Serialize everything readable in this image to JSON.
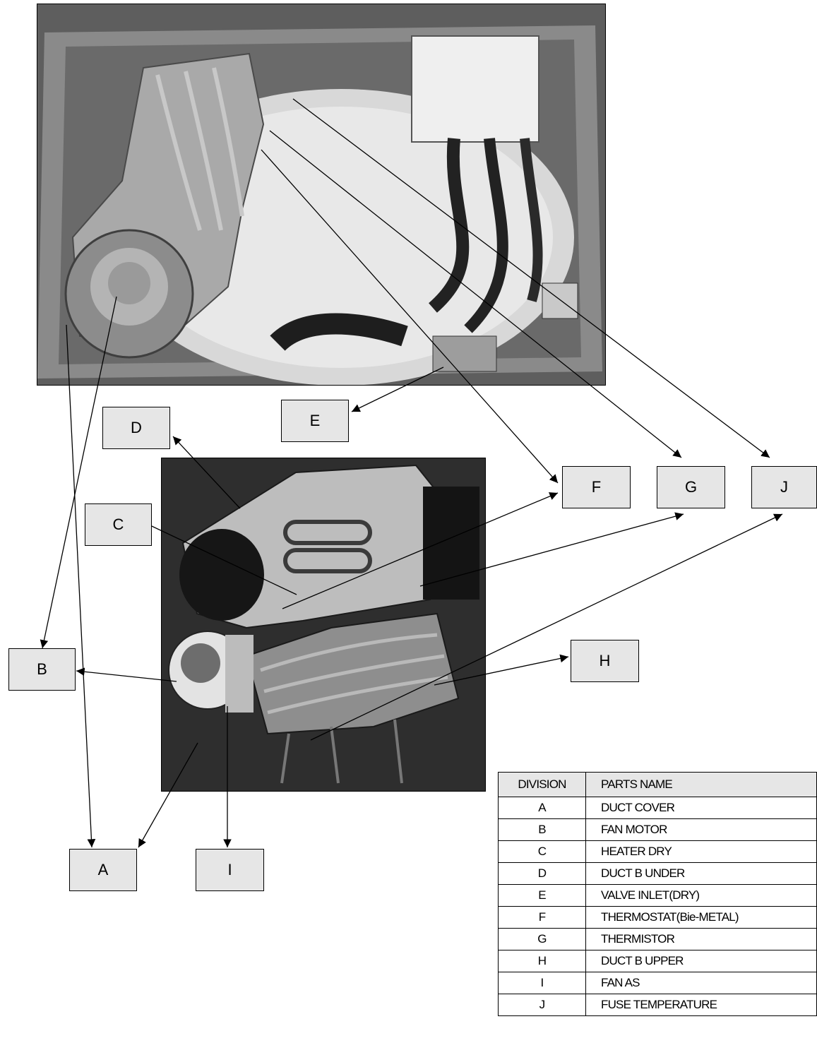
{
  "callouts": {
    "A": "A",
    "B": "B",
    "C": "C",
    "D": "D",
    "E": "E",
    "F": "F",
    "G": "G",
    "H": "H",
    "I": "I",
    "J": "J"
  },
  "parts_table": {
    "headers": {
      "division": "DIVISION",
      "parts_name": "PARTS NAME"
    },
    "rows": [
      {
        "division": "A",
        "name": "DUCT COVER"
      },
      {
        "division": "B",
        "name": "FAN MOTOR"
      },
      {
        "division": "C",
        "name": "HEATER DRY"
      },
      {
        "division": "D",
        "name": "DUCT B UNDER"
      },
      {
        "division": "E",
        "name": "VALVE INLET(DRY)"
      },
      {
        "division": "F",
        "name": "THERMOSTAT(Bie-METAL)"
      },
      {
        "division": "G",
        "name": "THERMISTOR"
      },
      {
        "division": "H",
        "name": "DUCT B UPPER"
      },
      {
        "division": "I",
        "name": "FAN AS"
      },
      {
        "division": "J",
        "name": "FUSE TEMPERATURE"
      }
    ]
  }
}
